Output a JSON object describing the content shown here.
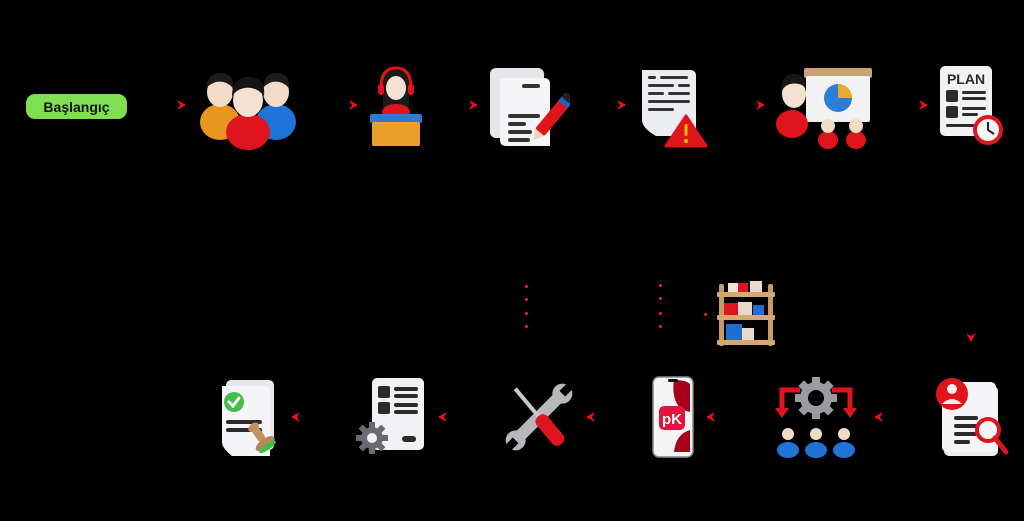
{
  "diagram": {
    "type": "process-flow",
    "background": "#000000",
    "accent_color": "#e8141c",
    "start_label": "Başlangıç",
    "start_color": "#7ee050",
    "top_row": [
      {
        "id": "team",
        "icon": "team-group-icon"
      },
      {
        "id": "support",
        "icon": "customer-support-icon"
      },
      {
        "id": "document-edit",
        "icon": "document-edit-icon"
      },
      {
        "id": "document-warning",
        "icon": "document-warning-icon"
      },
      {
        "id": "presentation",
        "icon": "presentation-meeting-icon"
      },
      {
        "id": "plan",
        "icon": "plan-schedule-icon",
        "text": "PLAN"
      }
    ],
    "middle": [
      {
        "id": "inventory",
        "icon": "inventory-shelf-icon"
      }
    ],
    "bottom_row": [
      {
        "id": "profile-review",
        "icon": "profile-search-icon"
      },
      {
        "id": "team-process",
        "icon": "team-process-gear-icon"
      },
      {
        "id": "mobile-app",
        "icon": "mobile-app-icon",
        "text": "pK"
      },
      {
        "id": "tools",
        "icon": "tools-wrench-screwdriver-icon"
      },
      {
        "id": "config-doc",
        "icon": "document-settings-icon"
      },
      {
        "id": "approved-doc",
        "icon": "approved-stamp-document-icon"
      }
    ]
  }
}
